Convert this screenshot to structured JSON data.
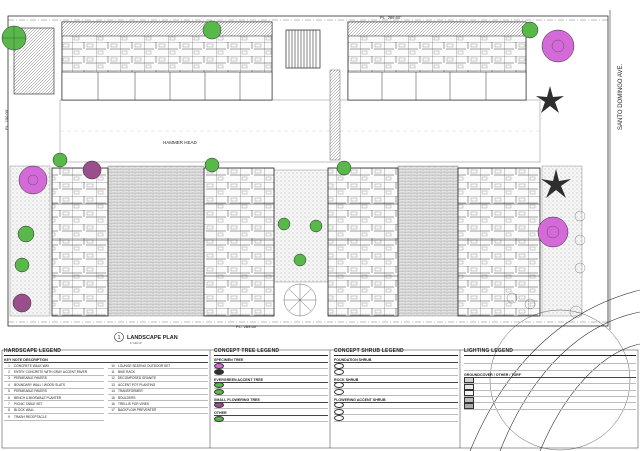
{
  "labels": {
    "street": "SANTO DOMINGO AVE.",
    "hammer_head": "HAMMER HEAD",
    "property_line_top": "P.L. 289.60'",
    "property_line_bottom": "P.L. 289.60'",
    "property_line_left": "P.L. 100.00'",
    "plan_number": "1",
    "plan_title": "LANDSCAPE PLAN",
    "plan_scale": "1\"=20'-0\""
  },
  "hardscape_legend": {
    "title": "HARDSCAPE LEGEND",
    "header": "KEY  NOTE   DESCRIPTION",
    "items": [
      {
        "num": "1",
        "text": "CONCRETE WALK WAY"
      },
      {
        "num": "2",
        "text": "ENTRY CONCRETE WITH GRAY ACCENT PAVER"
      },
      {
        "num": "3",
        "text": "PERMEABLE PAVERS"
      },
      {
        "num": "4",
        "text": "BOUNDARY WALL / WOOD SLATS"
      },
      {
        "num": "5",
        "text": "PERMEABLE PAVERS"
      },
      {
        "num": "6",
        "text": "BENCH & BIOSWALE PLANTER"
      },
      {
        "num": "7",
        "text": "PICNIC TABLE SET"
      },
      {
        "num": "8",
        "text": "BLOCK WALL"
      },
      {
        "num": "9",
        "text": "TRASH RECEPTACLE"
      },
      {
        "num": "10",
        "text": "LOUNGE SEATING OUTDOOR SET"
      },
      {
        "num": "11",
        "text": "BIKE RACK"
      },
      {
        "num": "12",
        "text": "DECOMPOSED GRANITE"
      },
      {
        "num": "13",
        "text": "ACCENT POT PLANTING"
      },
      {
        "num": "14",
        "text": "TRANSFORMER"
      },
      {
        "num": "15",
        "text": "BOULDERS"
      },
      {
        "num": "16",
        "text": "TRELLIS FOR VINES"
      },
      {
        "num": "17",
        "text": "BACKFLOW PREVENTER"
      }
    ]
  },
  "tree_legend": {
    "title": "CONCEPT TREE LEGEND",
    "sections": [
      "SPECIMEN TREE",
      "EVERGREEN ACCENT TREE",
      "SMALL FLOWERING TREE",
      "OTHER"
    ]
  },
  "shrub_legend": {
    "title": "CONCEPT SHRUB LEGEND",
    "sections": [
      "FOUNDATION SHRUB",
      "ROCK SHRUB",
      "FLOWERING ACCENT SHRUB"
    ]
  },
  "lighting_legend": {
    "title": "LIGHTING LEGEND",
    "sub": "GROUNDCOVER / OTHER / TURF"
  },
  "colors": {
    "line": "#2a2a2a",
    "specimen_pink": "#d46ad8",
    "tree_green": "#59b84a",
    "tree_mauve": "#9a4f8c",
    "paver_gray": "#d2d2d2"
  }
}
